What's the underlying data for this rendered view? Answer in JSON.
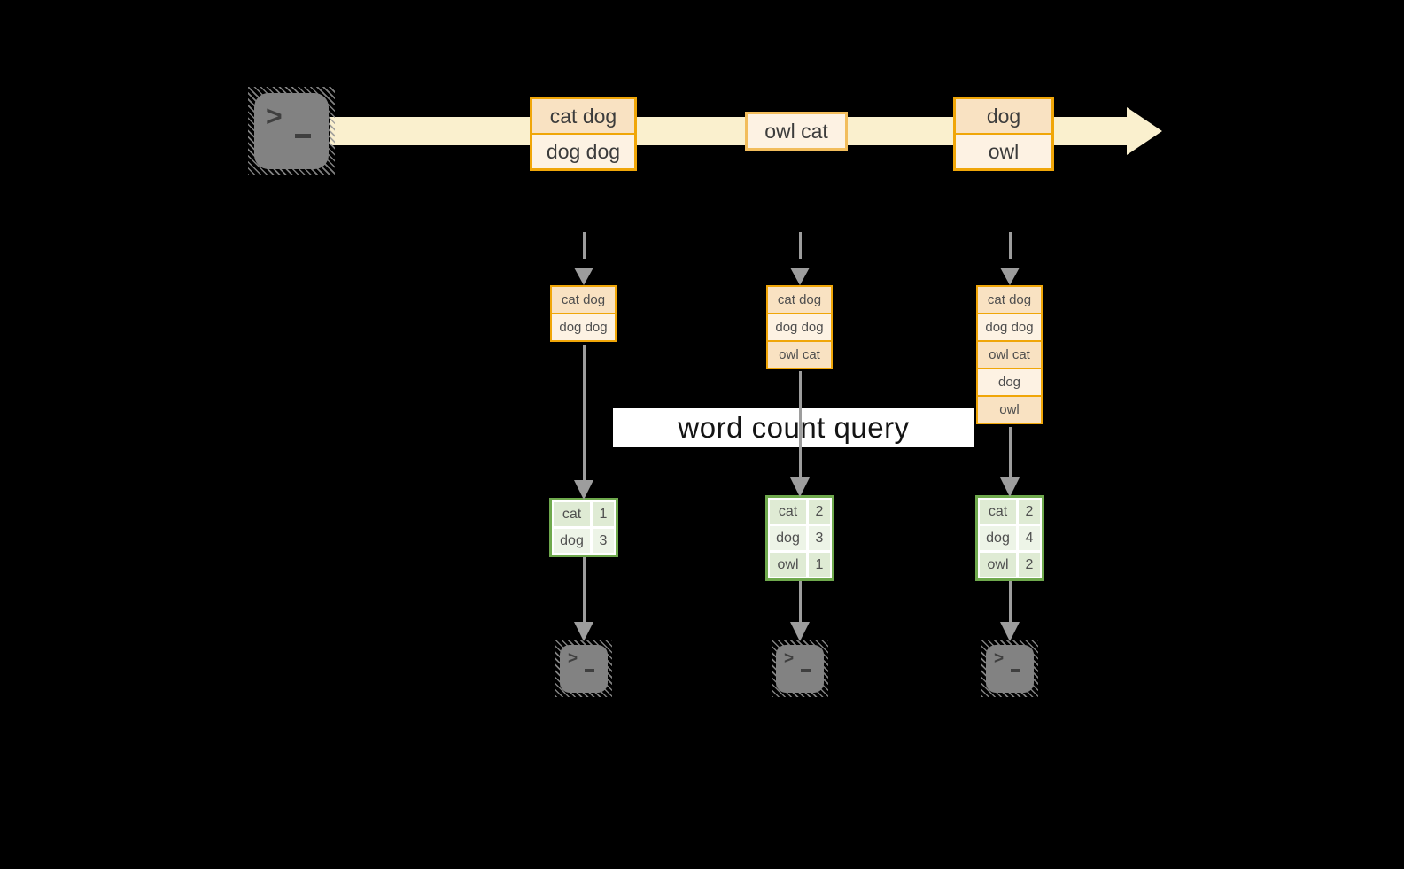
{
  "label": {
    "text": "word count query"
  },
  "stream": {
    "records": [
      {
        "border": "#F0A608",
        "lines": [
          {
            "text": "cat dog",
            "tone": "dark"
          },
          {
            "text": "dog dog",
            "tone": "light"
          }
        ]
      },
      {
        "border": "#F2BD5C",
        "lines": [
          {
            "text": "owl cat",
            "tone": "light"
          }
        ]
      },
      {
        "border": "#F0A608",
        "lines": [
          {
            "text": "dog",
            "tone": "dark"
          },
          {
            "text": "owl",
            "tone": "light"
          }
        ]
      }
    ]
  },
  "columns": [
    {
      "buffer": [
        "cat dog",
        "dog dog"
      ],
      "counts": [
        {
          "word": "cat",
          "count": "1"
        },
        {
          "word": "dog",
          "count": "3"
        }
      ]
    },
    {
      "buffer": [
        "cat dog",
        "dog dog",
        "owl cat"
      ],
      "counts": [
        {
          "word": "cat",
          "count": "2"
        },
        {
          "word": "dog",
          "count": "3"
        },
        {
          "word": "owl",
          "count": "1"
        }
      ]
    },
    {
      "buffer": [
        "cat dog",
        "dog dog",
        "owl cat",
        "dog",
        "owl"
      ],
      "counts": [
        {
          "word": "cat",
          "count": "2"
        },
        {
          "word": "dog",
          "count": "4"
        },
        {
          "word": "owl",
          "count": "2"
        }
      ]
    }
  ],
  "icons": {
    "source": "terminal-icon",
    "outputs": [
      "terminal-icon",
      "terminal-icon",
      "terminal-icon"
    ],
    "stream_end": "arrow-right-icon",
    "ingest": "dashed-down-arrow-icon",
    "flow": "down-arrow-icon"
  },
  "colors": {
    "bg": "#000000",
    "band": "#FAF0CE",
    "amber": "#F0A608",
    "peach": "#F9E2C2",
    "cream": "#FDF2E3",
    "green": "#6FA94D",
    "cellDark": "#DFEBD4",
    "cellLight": "#EDF4E7",
    "arrow": "#9D9D9D",
    "terminal": "#828282",
    "terminalGlyph": "#3F3F3F",
    "labelBg": "#FFFFFF",
    "ink": "#3C3C3C"
  }
}
